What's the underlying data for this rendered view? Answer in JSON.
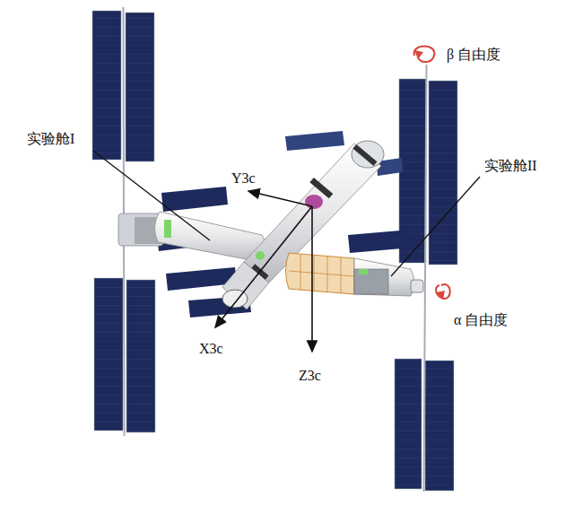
{
  "diagram": {
    "labels": [
      "β 自由度",
      "实验舱I",
      "实验舱II",
      "Y3c",
      "X3c",
      "Z3c",
      "α 自由度"
    ]
  }
}
